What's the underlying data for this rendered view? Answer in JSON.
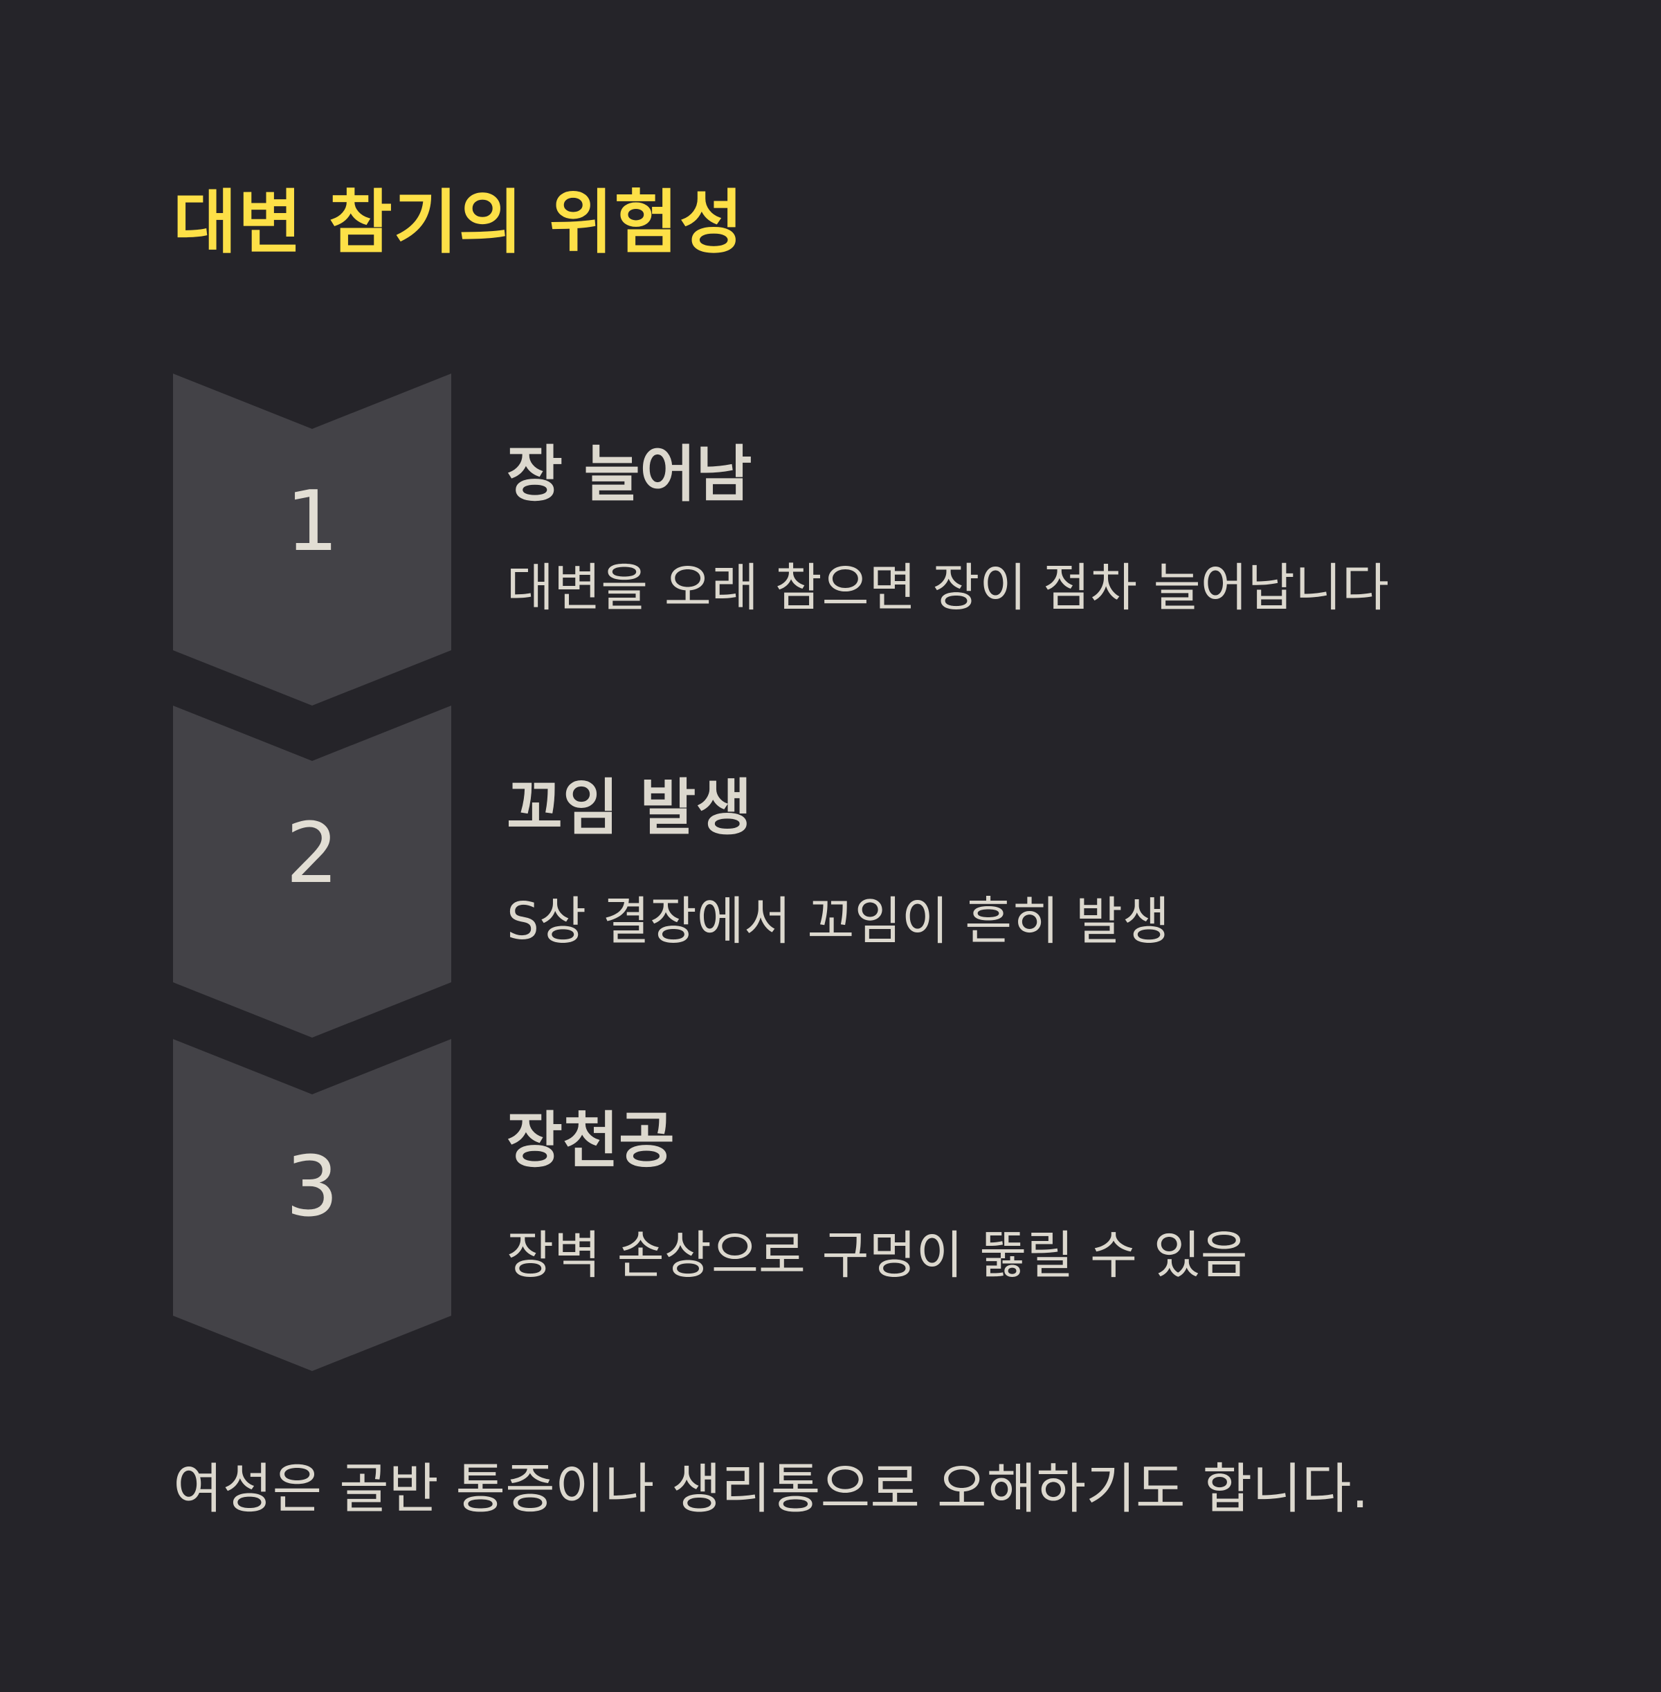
{
  "title": "대변 참기의 위험성",
  "colors": {
    "background": "#252429",
    "accent": "#fde047",
    "chevron": "#434247",
    "text": "#dcd8ce"
  },
  "steps": [
    {
      "number": "1",
      "heading": "장 늘어남",
      "description": "대변을 오래 참으면 장이 점차 늘어납니다"
    },
    {
      "number": "2",
      "heading": "꼬임 발생",
      "description": "S상 결장에서 꼬임이 흔히 발생"
    },
    {
      "number": "3",
      "heading": "장천공",
      "description": "장벽 손상으로 구멍이 뚫릴 수 있음"
    }
  ],
  "footer": "여성은 골반 통증이나 생리통으로 오해하기도 합니다."
}
